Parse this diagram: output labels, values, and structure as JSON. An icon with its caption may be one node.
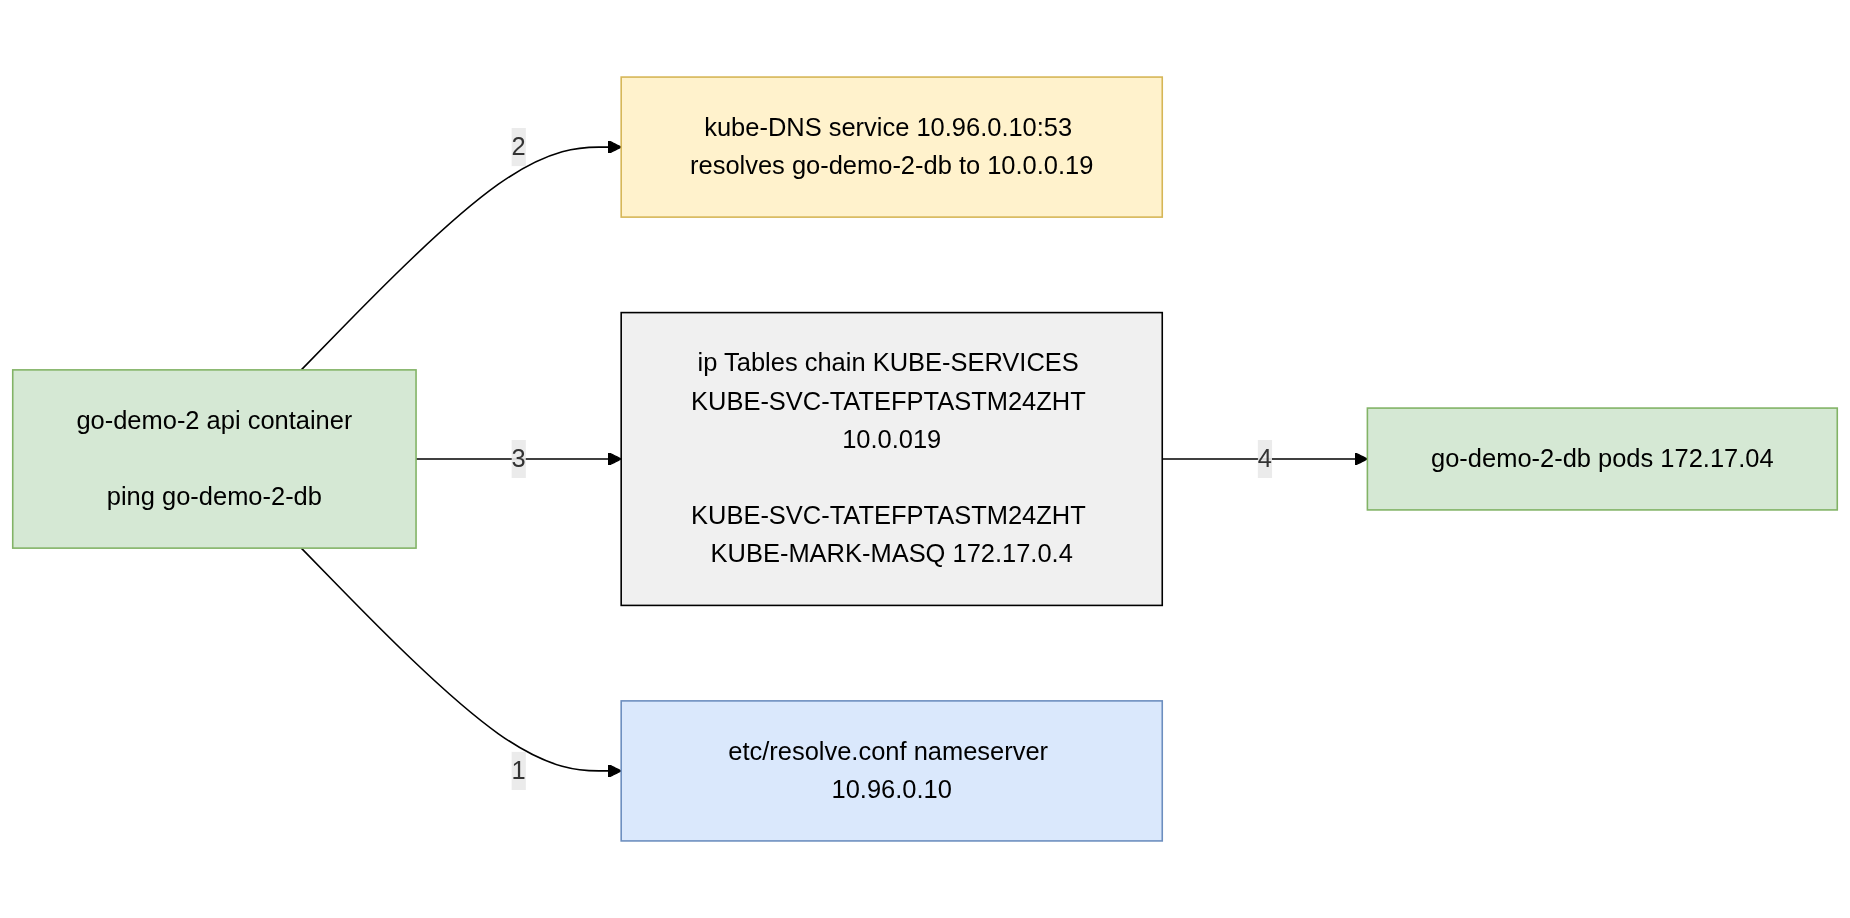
{
  "diagram": {
    "nodes": [
      {
        "text": [
          "kube-DNS service 10.96.0.10:53 resolves go-demo-2-db to 10.0.0.19"
        ]
      },
      {
        "text": [
          "go-demo-2 api container",
          "ping go-demo-2-db"
        ]
      },
      {
        "text": [
          "ip Tables chain KUBE-SERVICES KUBE-SVC-TATEFPTASTM24ZHT 10.0.019",
          "KUBE-SVC-TATEFPTASTM24ZHT KUBE-MARK-MASQ 172.17.0.4"
        ]
      },
      {
        "text": [
          "go-demo-2-db pods 172.17.04"
        ]
      },
      {
        "text": [
          "etc/resolve.conf nameserver 10.96.0.10"
        ]
      }
    ],
    "edges": [
      {
        "from": 1,
        "to": 0,
        "arrow": "to",
        "label": "2"
      },
      {
        "from": 1,
        "to": 2,
        "arrow": "to",
        "label": "3"
      },
      {
        "from": 2,
        "to": 3,
        "arrow": "to",
        "label": "4"
      },
      {
        "from": 1,
        "to": 4,
        "arrow": "to",
        "label": "1"
      }
    ]
  }
}
